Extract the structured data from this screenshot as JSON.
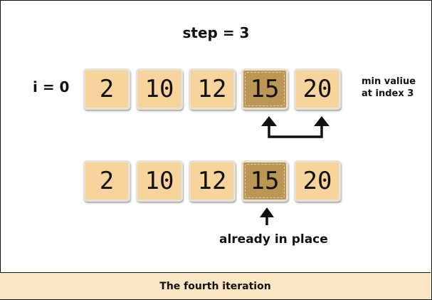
{
  "title": "step = 3",
  "loop_label": "i = 0",
  "note_lines": [
    "min valiue",
    "at index 3"
  ],
  "row1": {
    "values": [
      "2",
      "10",
      "12",
      "15",
      "20"
    ],
    "highlight_index": 3
  },
  "row2": {
    "values": [
      "2",
      "10",
      "12",
      "15",
      "20"
    ],
    "highlight_index": 3
  },
  "caption": "already in place",
  "footer": "The fourth iteration",
  "colors": {
    "tile": "#f6d49b",
    "tile_highlight": "#bc9654",
    "footer_bg": "#fbe6c4"
  }
}
